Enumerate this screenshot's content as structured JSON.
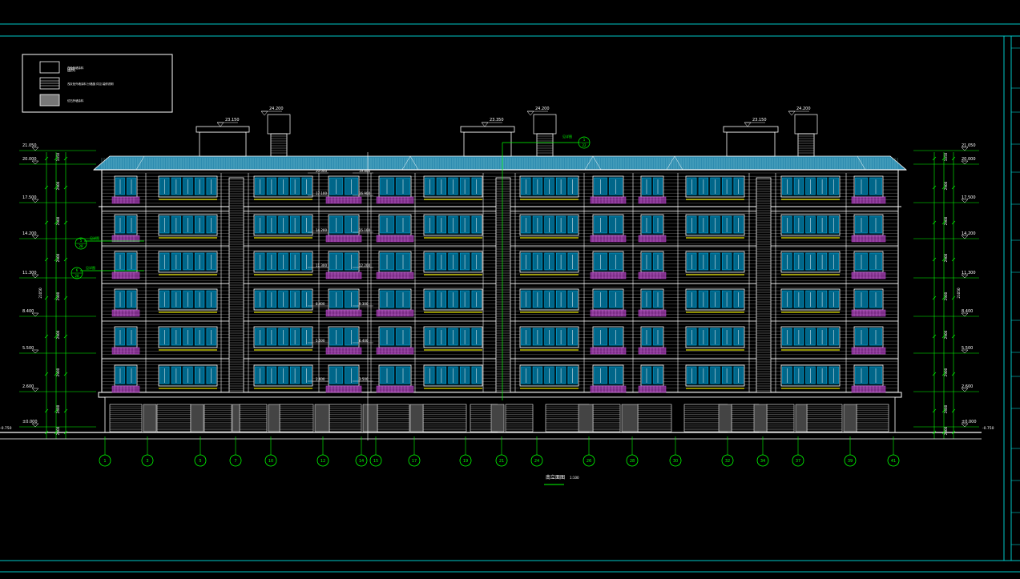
{
  "drawing": {
    "title": "南立面图",
    "scale": "1:100",
    "colors": {
      "background": "#000000",
      "frame": "#00c8c8",
      "grid": "#00ff00",
      "facade": "#ffffff",
      "glass": "#00a8e0",
      "balcony": "#b040c0",
      "band": "#e0e000",
      "roof": "#2e8cb0"
    }
  },
  "legend": {
    "title": "图例",
    "items": [
      {
        "swatch": "plain",
        "label": "白色外墙涂料"
      },
      {
        "swatch": "stripe",
        "label": "浅灰色外墙涂料 分格缝 详见 装修说明"
      },
      {
        "swatch": "stone",
        "label": "仿石外墙涂料"
      }
    ]
  },
  "levels_left": [
    "21.050",
    "20.000",
    "17.500",
    "14.200",
    "11.300",
    "8.400",
    "5.500",
    "2.600",
    "±0.000",
    "-0.750"
  ],
  "levels_right": [
    "21.050",
    "20.000",
    "17.500",
    "14.200",
    "11.300",
    "8.400",
    "5.500",
    "2.600",
    "±0.000",
    "-0.750"
  ],
  "roof_levels": [
    {
      "left": "23.150",
      "right": "24.200"
    },
    {
      "left": "23.350",
      "right": "24.200"
    },
    {
      "left": "23.150",
      "right": "24.200"
    }
  ],
  "floor_levels_mid": [
    "20.000",
    "17.100",
    "14.200",
    "11.300",
    "8.400",
    "5.500",
    "2.600"
  ],
  "floor_levels_mid2": [
    "19.800",
    "16.900",
    "15.100",
    "12.200",
    "9.300",
    "6.400",
    "3.500"
  ],
  "dims_left": [
    "1050",
    "2900",
    "2900",
    "2900",
    "2900",
    "2900",
    "2900",
    "2600",
    "2600"
  ],
  "total_height": "21050",
  "callouts": [
    {
      "text": "见详图",
      "num": "5",
      "sheet": "28"
    },
    {
      "text": "见详图",
      "num": "6",
      "sheet": "28"
    }
  ],
  "roof_callout": {
    "text": "见详图",
    "num": "1",
    "sheet": "22"
  },
  "axes": [
    "1",
    "3",
    "5",
    "7",
    "10",
    "12",
    "14",
    "15",
    "17",
    "19",
    "21",
    "24",
    "26",
    "28",
    "30",
    "32",
    "34",
    "37",
    "39",
    "41"
  ]
}
